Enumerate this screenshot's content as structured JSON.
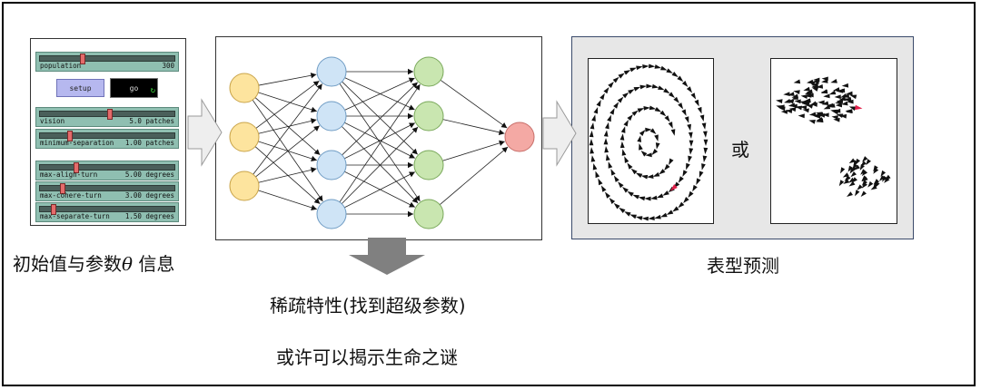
{
  "panel": {
    "sliders_top": [
      {
        "label": "population",
        "value": "300",
        "knob": 0.3
      }
    ],
    "setup_label": "setup",
    "go_label": "go",
    "go_forever_icon": "forever-arrow-icon",
    "sliders_mid": [
      {
        "label": "vision",
        "value": "5.0 patches",
        "knob": 0.5
      },
      {
        "label": "minimum-separation",
        "value": "1.00 patches",
        "knob": 0.2
      }
    ],
    "sliders_bottom": [
      {
        "label": "max-align-turn",
        "value": "5.00 degrees",
        "knob": 0.25
      },
      {
        "label": "max-cohere-turn",
        "value": "3.00 degrees",
        "knob": 0.15
      },
      {
        "label": "max-separate-turn",
        "value": "1.50 degrees",
        "knob": 0.08
      }
    ]
  },
  "captions": {
    "input_prefix": "初始值与参数",
    "input_theta": "θ",
    "input_suffix": " 信息",
    "output": "表型预测",
    "sparsity": "稀疏特性(找到超级参数)",
    "mystery": "或许可以揭示生命之谜",
    "or": "或"
  },
  "network": {
    "layers": [
      {
        "count": 3,
        "fill": "#fde49e",
        "stroke": "#c9a44a"
      },
      {
        "count": 4,
        "fill": "#cfe4f6",
        "stroke": "#6f9cc4"
      },
      {
        "count": 4,
        "fill": "#c9e6b0",
        "stroke": "#79a85a"
      },
      {
        "count": 1,
        "fill": "#f4a9a4",
        "stroke": "#c76d68"
      }
    ]
  },
  "colors": {
    "arrow_fill": "#eeeeee",
    "arrow_stroke": "#9a9a9a",
    "down_arrow": "#808080",
    "agent": "#111111",
    "highlight_agent": "#e0204a"
  }
}
